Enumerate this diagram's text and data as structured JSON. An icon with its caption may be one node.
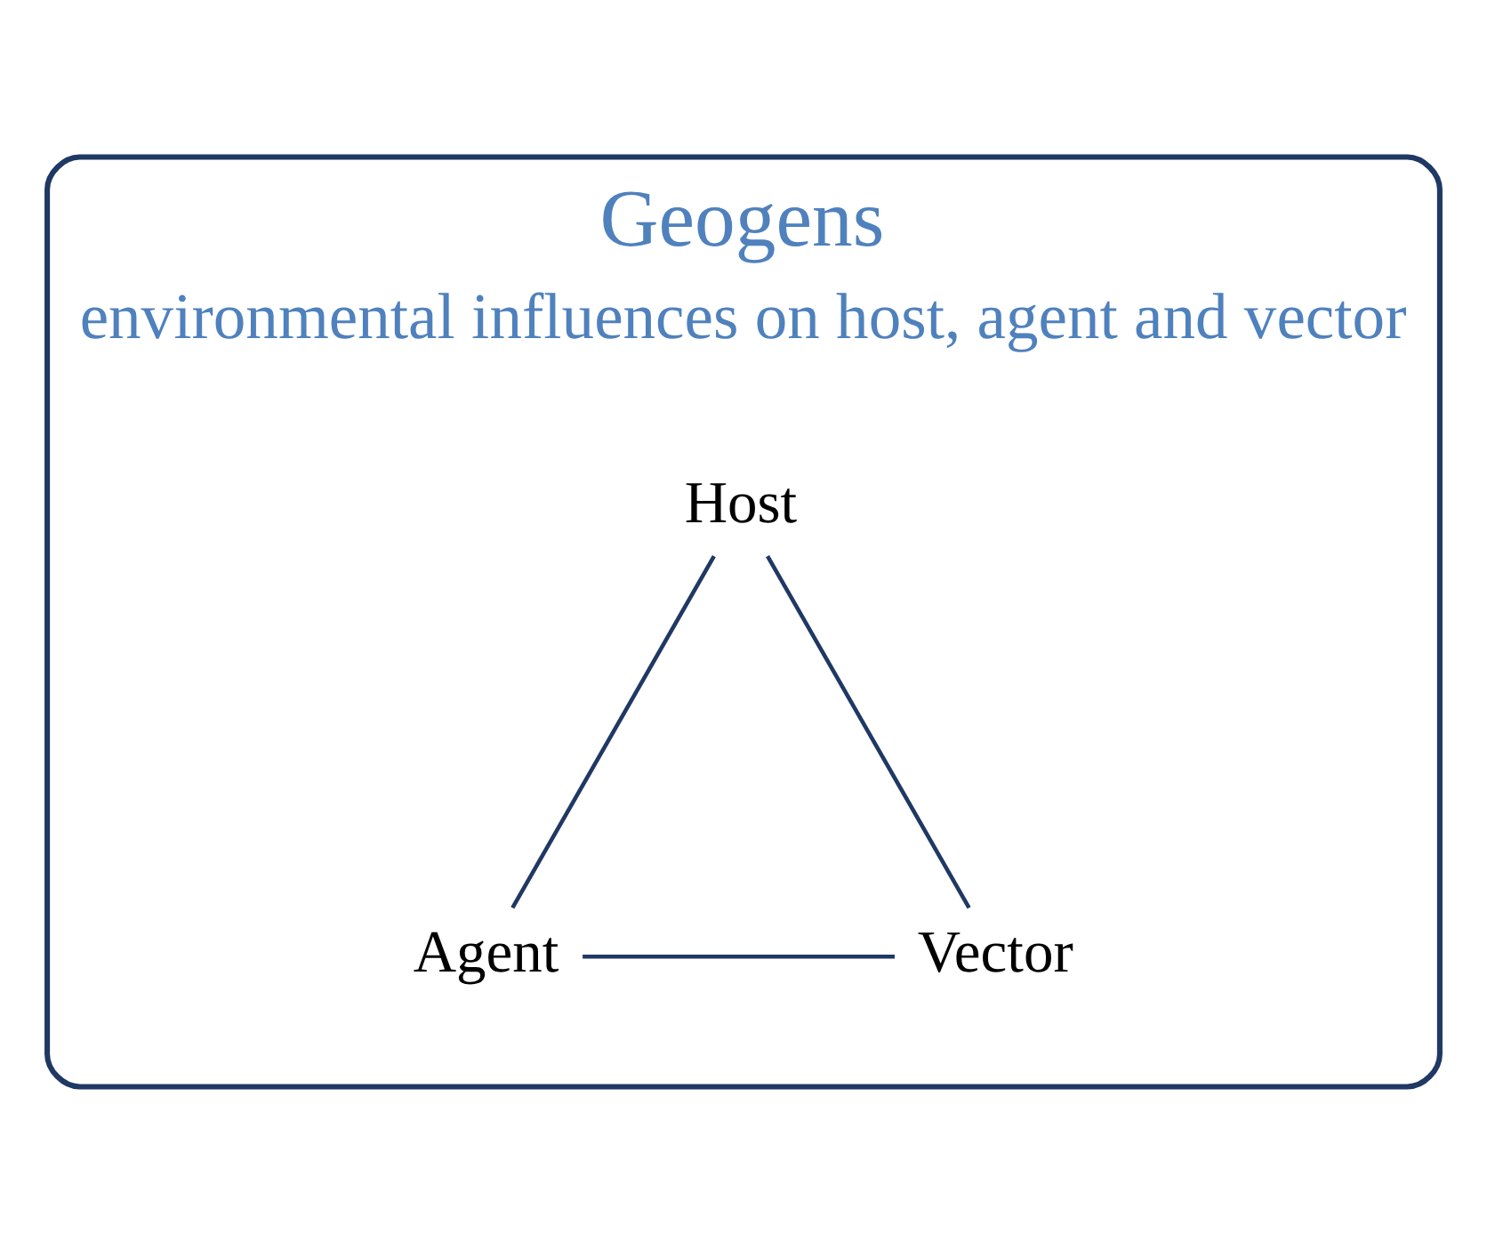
{
  "diagram": {
    "nodes": [
      {
        "text": [
          "Geogens",
          "environmental influences on host, agent and vector"
        ]
      },
      {
        "text": [
          "Host"
        ],
        "in": 0
      },
      {
        "text": [
          "Agent"
        ],
        "in": 0
      },
      {
        "text": [
          "Vector"
        ],
        "in": 0
      }
    ],
    "edges": [
      {
        "from": 1,
        "to": 2,
        "arrow": "none"
      },
      {
        "from": 2,
        "to": 3,
        "arrow": "none"
      },
      {
        "from": 3,
        "to": 1,
        "arrow": "none"
      }
    ]
  }
}
